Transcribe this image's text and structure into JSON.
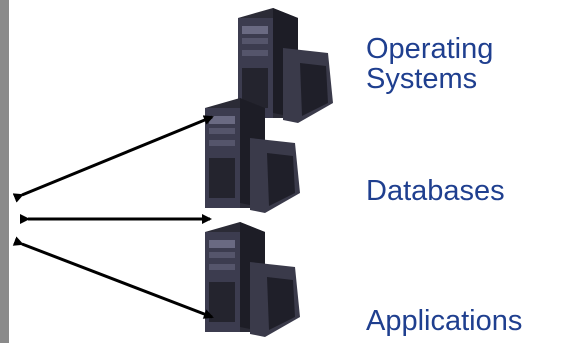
{
  "labels": {
    "operating_systems": [
      "Operating",
      "Systems"
    ],
    "databases": "Databases",
    "applications": "Applications"
  },
  "colors": {
    "label_text": "#1f3f8f",
    "left_bar": "#8a8a8a",
    "arrow": "#000000",
    "server_body": "#2b2b36",
    "server_front": "#4a4a5e"
  },
  "icons": [
    "server-icon",
    "server-icon",
    "server-icon"
  ]
}
